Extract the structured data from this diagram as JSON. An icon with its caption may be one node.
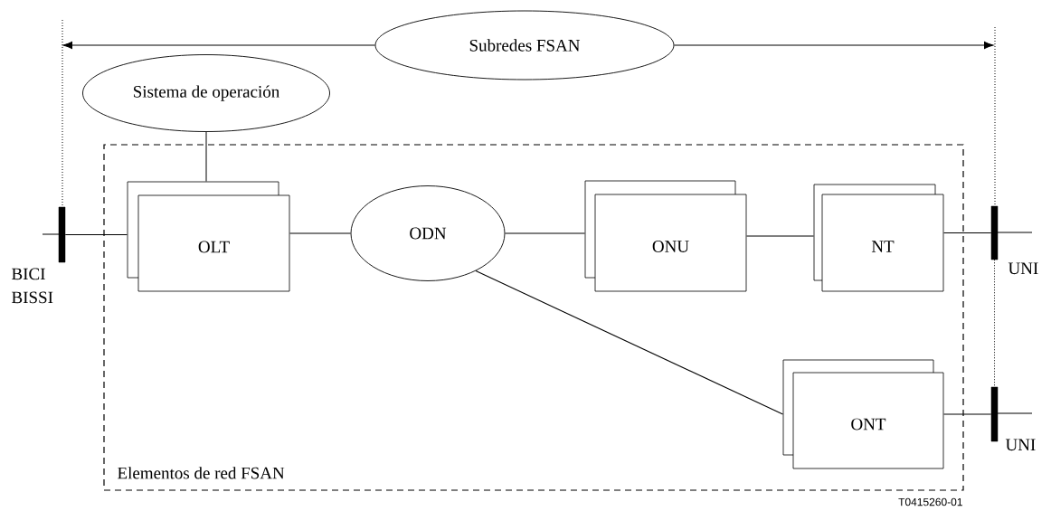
{
  "diagram": {
    "nodes": [
      {
        "text": [
          "Subredes FSAN"
        ]
      },
      {
        "text": [
          "Sistema de operación"
        ]
      },
      {
        "text": [
          "Elementos de red FSAN"
        ]
      },
      {
        "text": [
          "OLT"
        ],
        "in": 2
      },
      {
        "text": [
          "ODN"
        ],
        "in": 2
      },
      {
        "text": [
          "ONU"
        ],
        "in": 2
      },
      {
        "text": [
          "NT"
        ],
        "in": 2
      },
      {
        "text": [
          "ONT"
        ],
        "in": 2
      },
      {
        "text": [],
        "shape": "bar",
        "beside": [
          "BICI BISSI"
        ]
      },
      {
        "text": [],
        "shape": "bar",
        "beside": [
          "UNI"
        ]
      },
      {
        "text": [],
        "shape": "bar",
        "beside": [
          "UNI"
        ]
      }
    ],
    "edges": [
      {
        "from": 0,
        "to": null,
        "arrow": "to"
      },
      {
        "from": 0,
        "to": null,
        "arrow": "to"
      },
      {
        "from": 1,
        "to": 3,
        "arrow": "none"
      },
      {
        "from": 8,
        "to": 3,
        "arrow": "none"
      },
      {
        "from": 3,
        "to": 4,
        "arrow": "none"
      },
      {
        "from": 4,
        "to": 5,
        "arrow": "none"
      },
      {
        "from": 5,
        "to": 6,
        "arrow": "none"
      },
      {
        "from": 6,
        "to": 9,
        "arrow": "none"
      },
      {
        "from": 4,
        "to": 7,
        "arrow": "none"
      },
      {
        "from": 7,
        "to": 10,
        "arrow": "none"
      },
      {
        "from": 9,
        "to": 10,
        "arrow": "none",
        "style": "dashed"
      }
    ],
    "labels": [
      "T0415260-01"
    ]
  }
}
